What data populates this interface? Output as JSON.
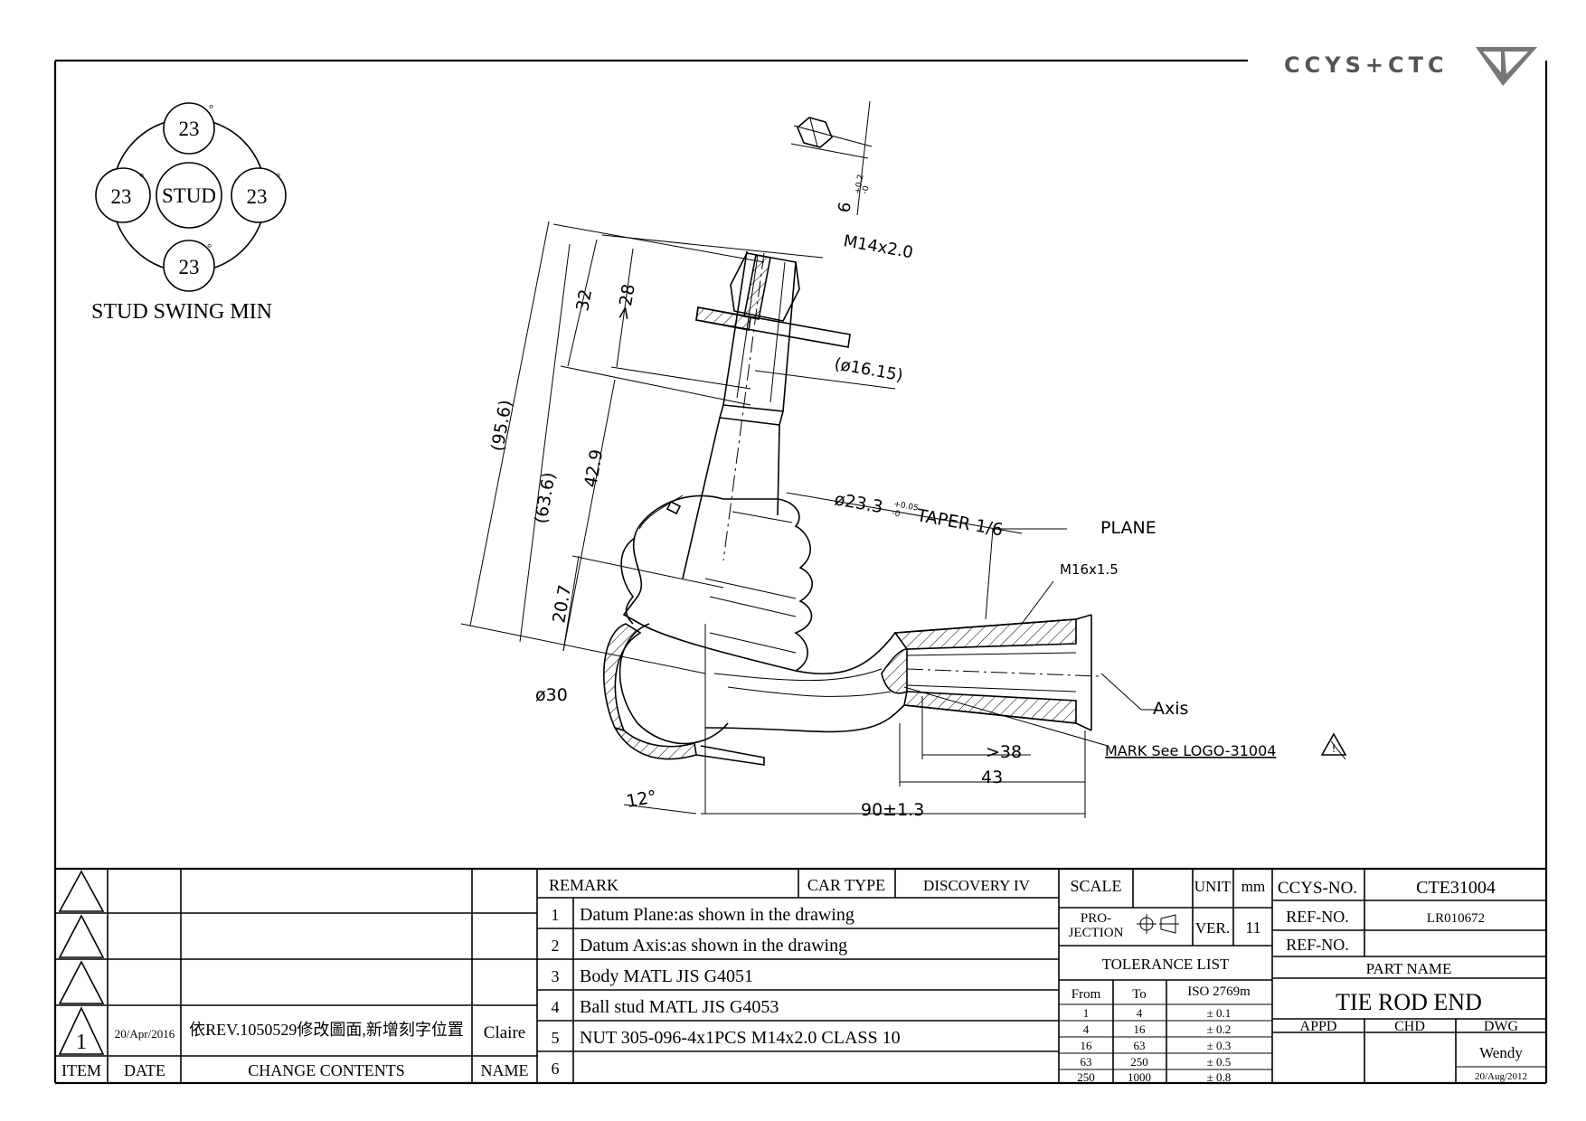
{
  "brand": {
    "logo_text": "CCYS+CTC"
  },
  "stud_swing": {
    "center_label": "STUD",
    "angles": [
      "23",
      "23",
      "23",
      "23"
    ],
    "degree_mark": "°",
    "caption": "STUD SWING MIN"
  },
  "dimensions": {
    "hex_tol": "6",
    "hex_tol_upper": "+0.2",
    "hex_tol_lower": "-0",
    "thread": "M14x2.0",
    "d28": ">28",
    "d32": "32",
    "dia_16": "(ø16.15)",
    "overall": "(95.6)",
    "d63": "(63.6)",
    "d42": "42.9",
    "taper": "ø23.3",
    "taper_tol_upper": "+0.05",
    "taper_tol_lower": "-0",
    "taper_suffix": "TAPER 1/6",
    "plane": "PLANE",
    "thread_in": "M16x1.5",
    "d20": "20.7",
    "ball": "ø30",
    "axis": "Axis",
    "mark": "MARK See LOGO-31004",
    "d38": ">38",
    "d43": "43",
    "length": "90±1.3",
    "angle": "12°"
  },
  "revision_table": {
    "headers": {
      "item": "ITEM",
      "date": "DATE",
      "change": "CHANGE CONTENTS",
      "name": "NAME"
    },
    "rows": [
      {
        "item": "",
        "date": "",
        "change": "",
        "name": ""
      },
      {
        "item": "",
        "date": "",
        "change": "",
        "name": ""
      },
      {
        "item": "",
        "date": "",
        "change": "",
        "name": ""
      },
      {
        "item": "1",
        "date": "20/Apr/2016",
        "change": "依REV.1050529修改圖面,新增刻字位置",
        "name": "Claire"
      }
    ]
  },
  "remark_table": {
    "remark_label": "REMARK",
    "car_type_label": "CAR TYPE",
    "car_type": "DISCOVERY IV",
    "rows": [
      {
        "no": "1",
        "text": "Datum Plane:as shown in the drawing"
      },
      {
        "no": "2",
        "text": "Datum Axis:as shown in the drawing"
      },
      {
        "no": "3",
        "text": "Body MATL JIS G4051"
      },
      {
        "no": "4",
        "text": "Ball stud MATL JIS G4053"
      },
      {
        "no": "5",
        "text": "NUT 305-096-4x1PCS M14x2.0 CLASS 10"
      },
      {
        "no": "6",
        "text": ""
      }
    ]
  },
  "title_block": {
    "scale_label": "SCALE",
    "scale": "",
    "unit_label": "UNIT",
    "unit": "mm",
    "projection_label_1": "PRO-",
    "projection_label_2": "JECTION",
    "ver_label": "VER.",
    "ver": "11",
    "tolerance_title": "TOLERANCE LIST",
    "tol_headers": {
      "from": "From",
      "to": "To",
      "iso": "ISO 2769m"
    },
    "tolerances": [
      {
        "from": "1",
        "to": "4",
        "tol": "± 0.1"
      },
      {
        "from": "4",
        "to": "16",
        "tol": "± 0.2"
      },
      {
        "from": "16",
        "to": "63",
        "tol": "± 0.3"
      },
      {
        "from": "63",
        "to": "250",
        "tol": "± 0.5"
      },
      {
        "from": "250",
        "to": "1000",
        "tol": "± 0.8"
      }
    ],
    "ccys_label": "CCYS-NO.",
    "ccys_no": "CTE31004",
    "ref_label": "REF-NO.",
    "ref_no": "LR010672",
    "ref_label_2": "REF-NO.",
    "ref_no_2": "",
    "part_name_label": "PART NAME",
    "part_name": "TIE ROD END",
    "appd_label": "APPD",
    "chd_label": "CHD",
    "dwg_label": "DWG",
    "dwg_name": "Wendy",
    "dwg_date": "20/Aug/2012"
  }
}
